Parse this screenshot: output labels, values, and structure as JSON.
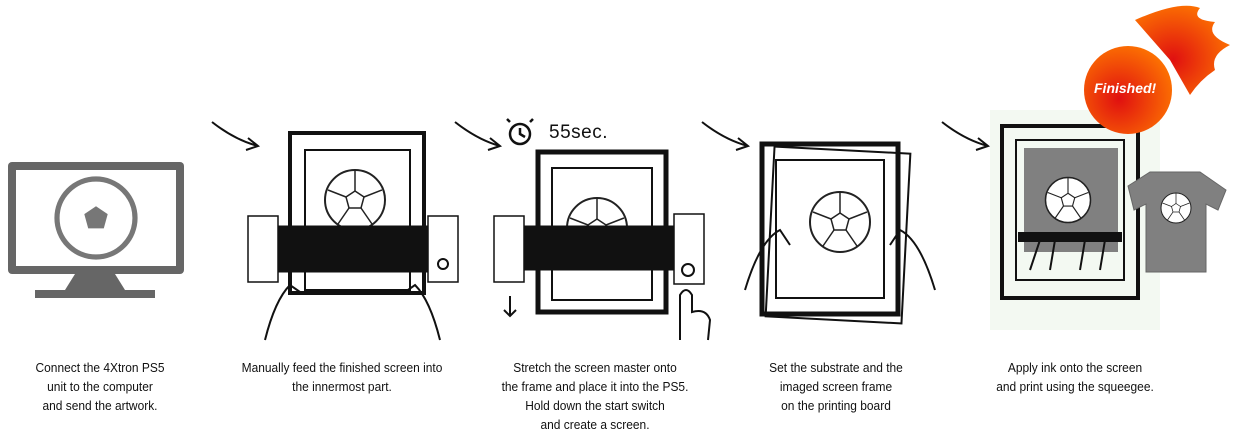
{
  "timer": {
    "label": "55sec."
  },
  "badge": {
    "label": "Finished!"
  },
  "colors": {
    "fire_dark": "#e01010",
    "fire_light": "#ff7a00",
    "monitor": "#666666",
    "ink_gray": "#808080"
  },
  "steps": [
    {
      "caption": [
        "Connect the 4Xtron PS5",
        "unit to the computer",
        "and send the artwork."
      ]
    },
    {
      "caption": [
        "Manually feed the finished screen into",
        "the innermost part."
      ]
    },
    {
      "caption": [
        "Stretch the screen master onto",
        "the frame and place it into the PS5.",
        "Hold down the start switch",
        "and create a screen."
      ]
    },
    {
      "caption": [
        "Set the substrate and the",
        "imaged screen frame",
        "on the printing board"
      ]
    },
    {
      "caption": [
        "Apply ink onto the screen",
        "and print using the squeegee."
      ]
    }
  ]
}
